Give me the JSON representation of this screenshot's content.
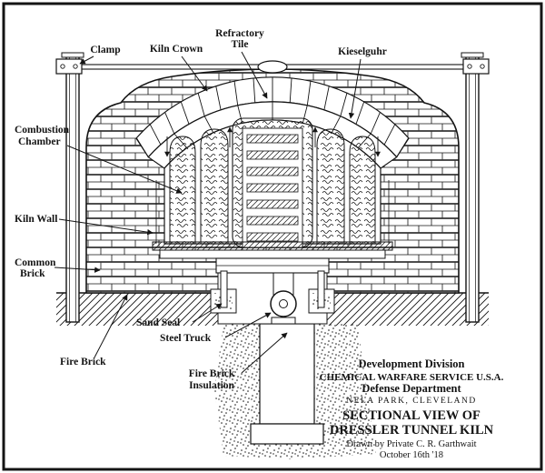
{
  "diagram": {
    "labels": {
      "clamp": "Clamp",
      "kiln_crown": "Kiln Crown",
      "refractory_line1": "Refractory",
      "refractory_line2": "Tile",
      "kieselguhr": "Kieselguhr",
      "combustion_line1": "Combustion",
      "combustion_line2": "Chamber",
      "kiln_wall": "Kiln Wall",
      "common_brick_line1": "Common",
      "common_brick_line2": "Brick",
      "fire_brick": "Fire Brick",
      "sand_seal": "Sand Seal",
      "steel_truck": "Steel Truck",
      "insulation_line1": "Fire Brick",
      "insulation_line2": "Insulation"
    },
    "title_block": {
      "line1": "Development Division",
      "line2": "CHEMICAL WARFARE SERVICE U.S.A.",
      "line3": "Defense Department",
      "line4": "NELA PARK, CLEVELAND",
      "line5": "SECTIONAL VIEW OF",
      "line6": "DRESSLER TUNNEL KILN",
      "line7": "Drawn by Private C. R. Garthwait",
      "line8": "October 16th '18"
    },
    "colors": {
      "ink": "#141414",
      "paper": "#ffffff"
    }
  }
}
